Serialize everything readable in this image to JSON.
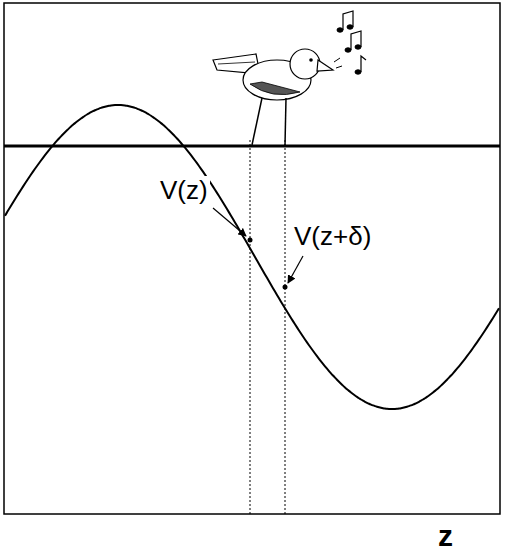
{
  "diagram": {
    "labels": [
      "V(z)",
      "V(z+δ)",
      "z"
    ]
  }
}
